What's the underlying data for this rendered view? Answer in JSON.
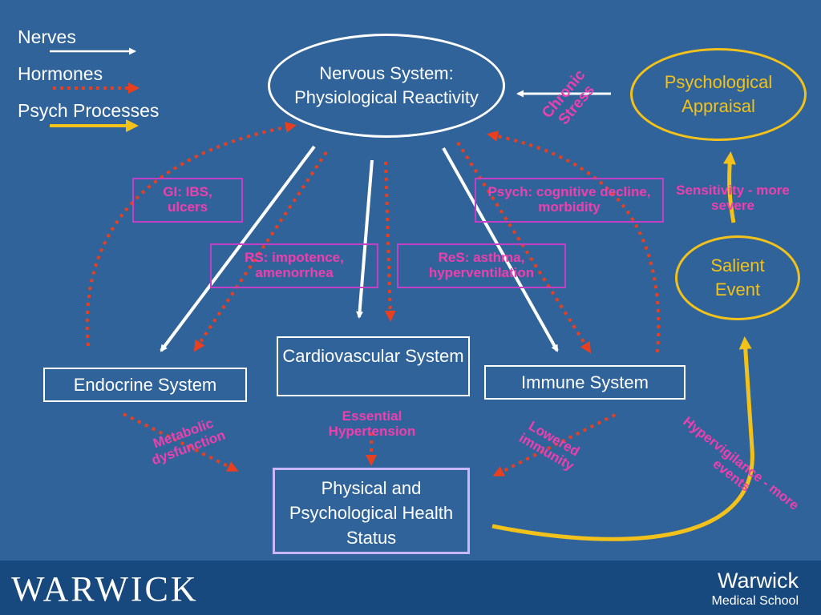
{
  "legend": {
    "nerves": "Nerves",
    "hormones": "Hormones",
    "psych_processes": "Psych Processes"
  },
  "nodes": {
    "nervous_system": "Nervous System: Physiological Reactivity",
    "psychological_appraisal": "Psychological Appraisal",
    "salient_event": "Salient Event",
    "endocrine_system": "Endocrine System",
    "cardiovascular_system": "Cardiovascular System",
    "immune_system": "Immune System",
    "health_status": "Physical and Psychological Health Status"
  },
  "labels": {
    "chronic_stress": "Chronic Stress",
    "gi": "GI: IBS, ulcers",
    "rs": "RS: impotence, amenorrhea",
    "res": "ReS: asthma, hyperventilation",
    "psych": "Psych: cognitive decline, morbidity",
    "sensitivity": "Sensitivity - more severe",
    "metabolic": "Metabolic dysfunction",
    "essential_hypertension": "Essential Hypertension",
    "lowered_immunity": "Lowered immunity",
    "hypervigilance": "Hypervigilance - more events"
  },
  "footer": {
    "left_logo": "WARWICK",
    "right_logo_title": "Warwick",
    "right_logo_subtitle": "Medical School"
  },
  "colors": {
    "background": "#2f639a",
    "footer": "#17497f",
    "nerves": "#ffffff",
    "hormones": "#e8401f",
    "psych_processes": "#f2c21b",
    "label_text": "#ef3fae",
    "label_box": "#c53fc6",
    "health_box": "#c9b8ff"
  }
}
